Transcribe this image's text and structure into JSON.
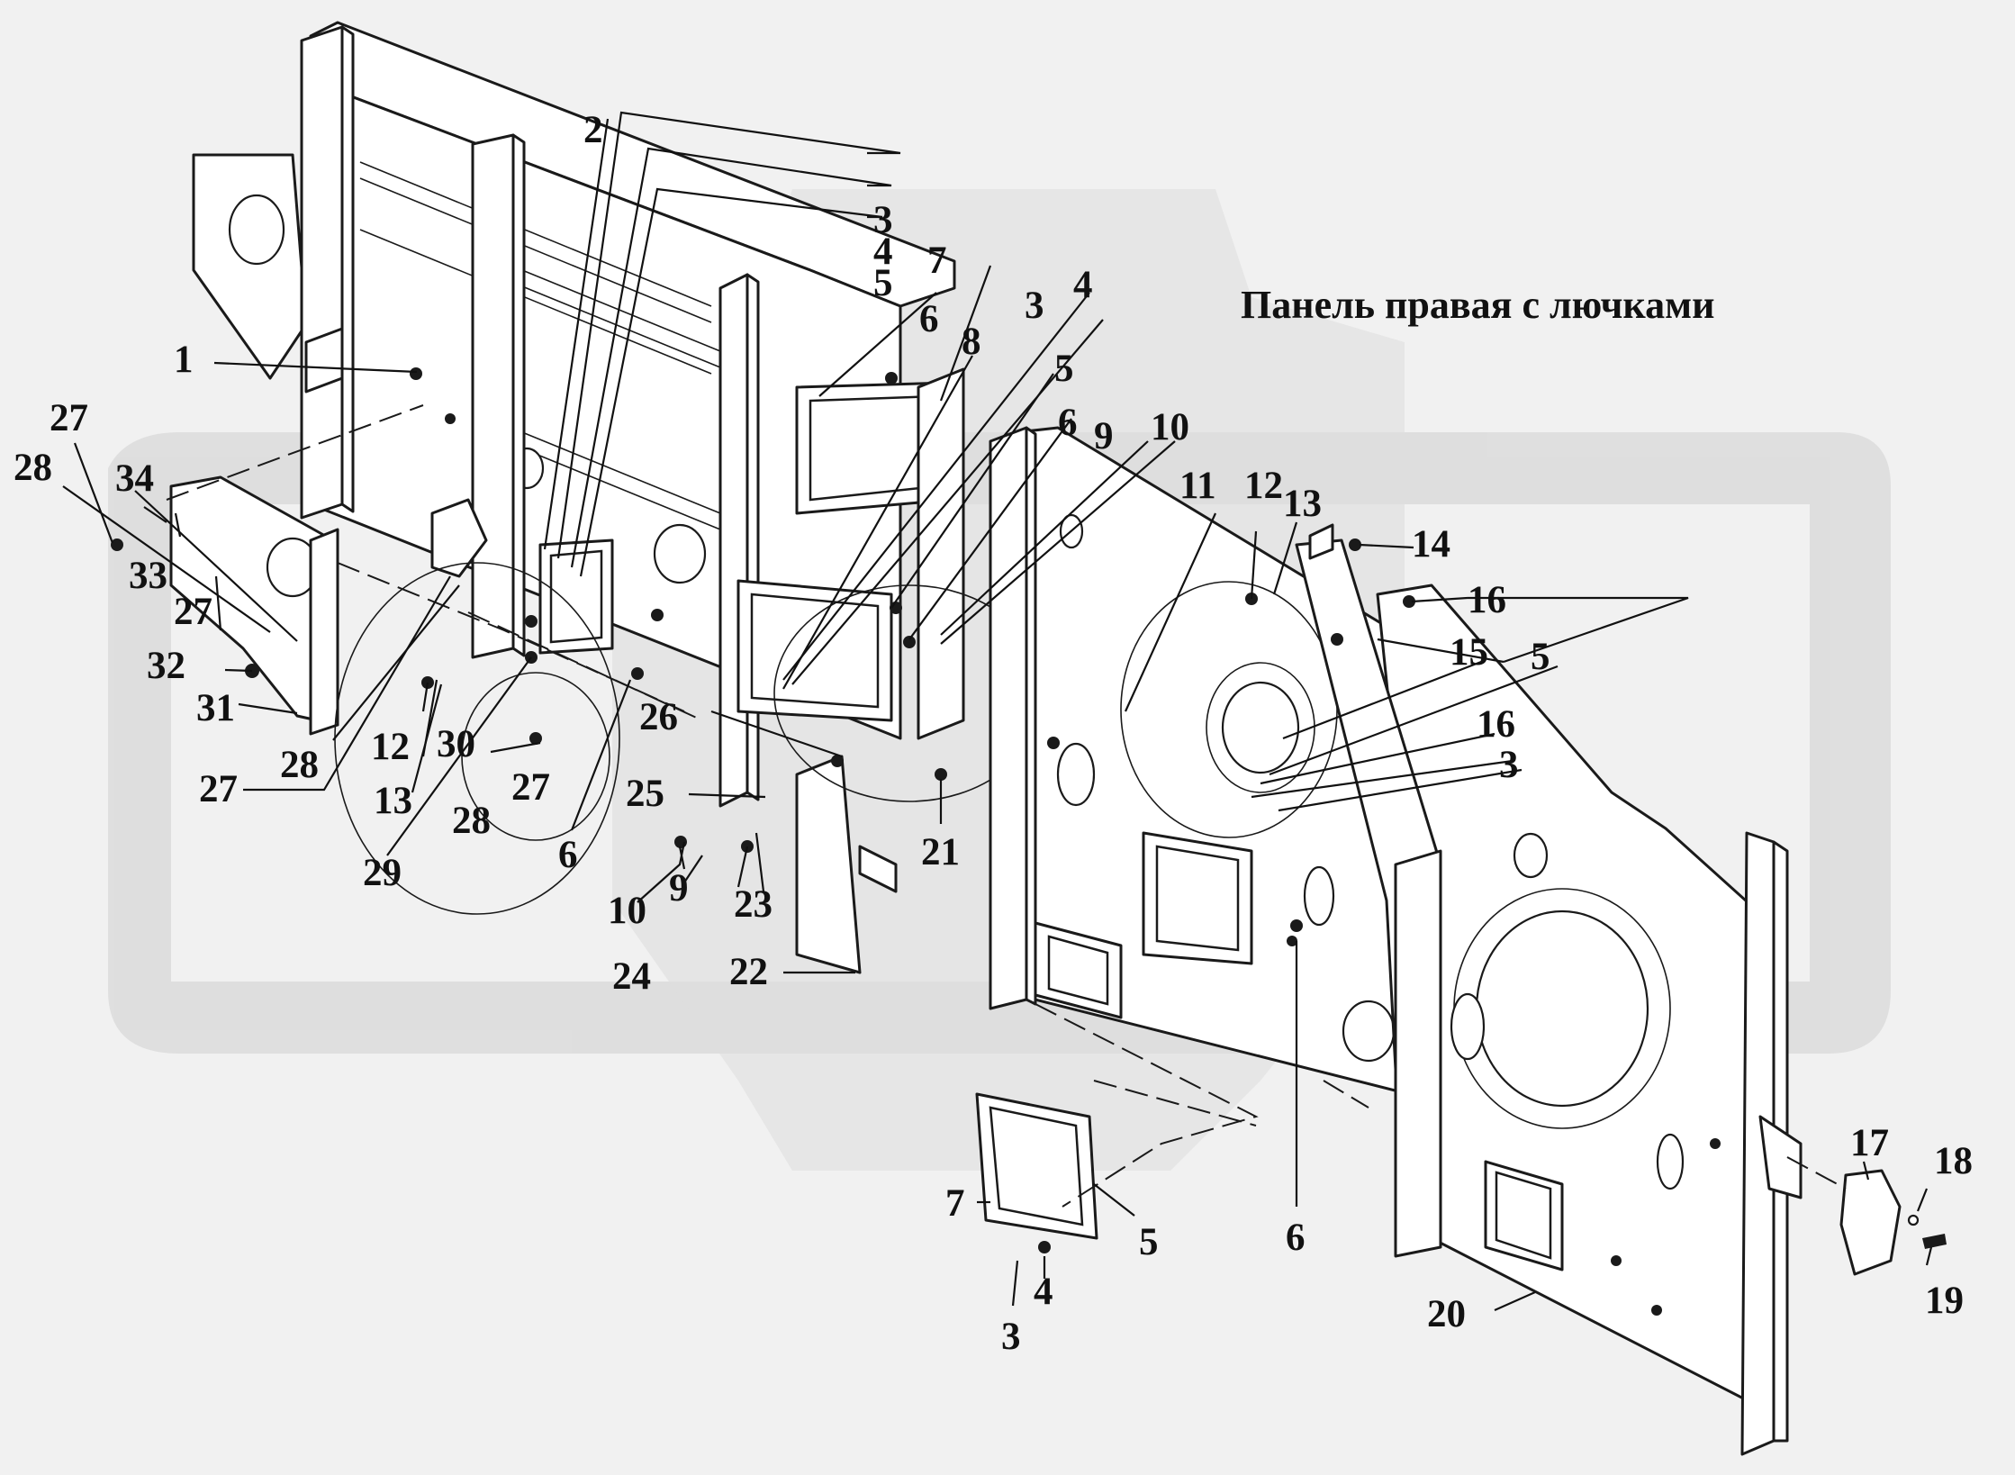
{
  "title": "Панель правая с лючками",
  "callouts": [
    {
      "id": "c1",
      "label": "1"
    },
    {
      "id": "c2",
      "label": "2"
    },
    {
      "id": "c3a",
      "label": "3"
    },
    {
      "id": "c4a",
      "label": "4"
    },
    {
      "id": "c5a",
      "label": "5"
    },
    {
      "id": "c7a",
      "label": "7"
    },
    {
      "id": "c6a",
      "label": "6"
    },
    {
      "id": "c4b",
      "label": "4"
    },
    {
      "id": "c3b",
      "label": "3"
    },
    {
      "id": "c8",
      "label": "8"
    },
    {
      "id": "c5b",
      "label": "5"
    },
    {
      "id": "c6b",
      "label": "6"
    },
    {
      "id": "c9a",
      "label": "9"
    },
    {
      "id": "c10a",
      "label": "10"
    },
    {
      "id": "c11",
      "label": "11"
    },
    {
      "id": "c12a",
      "label": "12"
    },
    {
      "id": "c13a",
      "label": "13"
    },
    {
      "id": "c14",
      "label": "14"
    },
    {
      "id": "c16a",
      "label": "16"
    },
    {
      "id": "c15",
      "label": "15"
    },
    {
      "id": "c5c",
      "label": "5"
    },
    {
      "id": "c16b",
      "label": "16"
    },
    {
      "id": "c3c",
      "label": "3"
    },
    {
      "id": "c27a",
      "label": "27"
    },
    {
      "id": "c28a",
      "label": "28"
    },
    {
      "id": "c34",
      "label": "34"
    },
    {
      "id": "c33",
      "label": "33"
    },
    {
      "id": "c27b",
      "label": "27"
    },
    {
      "id": "c32",
      "label": "32"
    },
    {
      "id": "c31",
      "label": "31"
    },
    {
      "id": "c28b",
      "label": "28"
    },
    {
      "id": "c27c",
      "label": "27"
    },
    {
      "id": "c12b",
      "label": "12"
    },
    {
      "id": "c30",
      "label": "30"
    },
    {
      "id": "c13b",
      "label": "13"
    },
    {
      "id": "c27d",
      "label": "27"
    },
    {
      "id": "c28c",
      "label": "28"
    },
    {
      "id": "c29",
      "label": "29"
    },
    {
      "id": "c6c",
      "label": "6"
    },
    {
      "id": "c26",
      "label": "26"
    },
    {
      "id": "c25",
      "label": "25"
    },
    {
      "id": "c10b",
      "label": "10"
    },
    {
      "id": "c9b",
      "label": "9"
    },
    {
      "id": "c23",
      "label": "23"
    },
    {
      "id": "c24",
      "label": "24"
    },
    {
      "id": "c22",
      "label": "22"
    },
    {
      "id": "c21",
      "label": "21"
    },
    {
      "id": "c7b",
      "label": "7"
    },
    {
      "id": "c5d",
      "label": "5"
    },
    {
      "id": "c4c",
      "label": "4"
    },
    {
      "id": "c3d",
      "label": "3"
    },
    {
      "id": "c6d",
      "label": "6"
    },
    {
      "id": "c17",
      "label": "17"
    },
    {
      "id": "c18",
      "label": "18"
    },
    {
      "id": "c19",
      "label": "19"
    },
    {
      "id": "c20",
      "label": "20"
    }
  ]
}
